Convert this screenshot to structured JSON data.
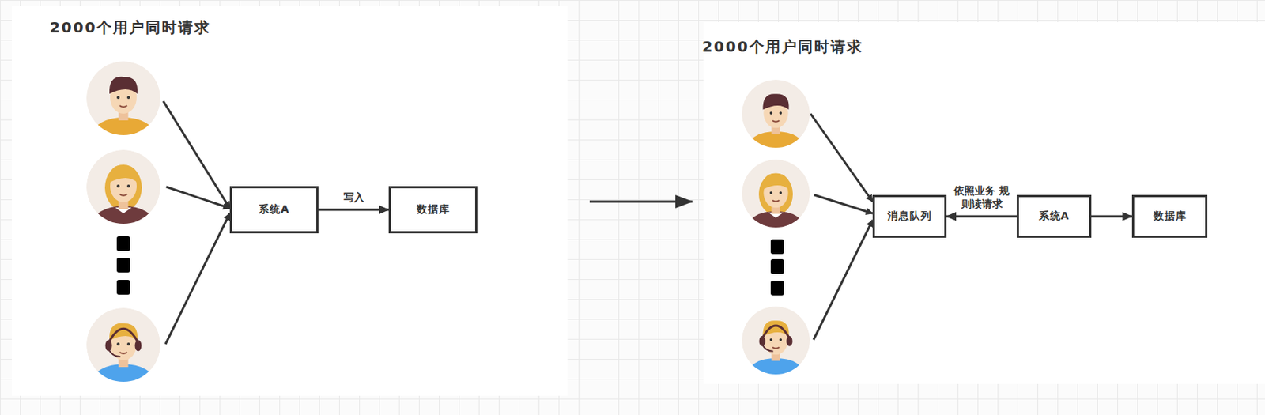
{
  "diagram": {
    "nodes": [
      {
        "text": [
          "系统A"
        ]
      },
      {
        "text": [
          "数据库"
        ]
      },
      {
        "text": [
          "消息队列"
        ]
      },
      {
        "text": [
          "系统A"
        ]
      },
      {
        "text": [
          "数据库"
        ]
      }
    ],
    "edges": [
      {
        "from": 0,
        "to": 1,
        "label": "写入",
        "arrow": "to"
      },
      {
        "from": 3,
        "to": 2,
        "label": "依照业务 规则读请求",
        "arrow": "to"
      },
      {
        "from": 3,
        "to": 4,
        "arrow": "to"
      }
    ],
    "labels": [
      "2000个用户同时请求",
      "2000个用户同时请求"
    ]
  }
}
